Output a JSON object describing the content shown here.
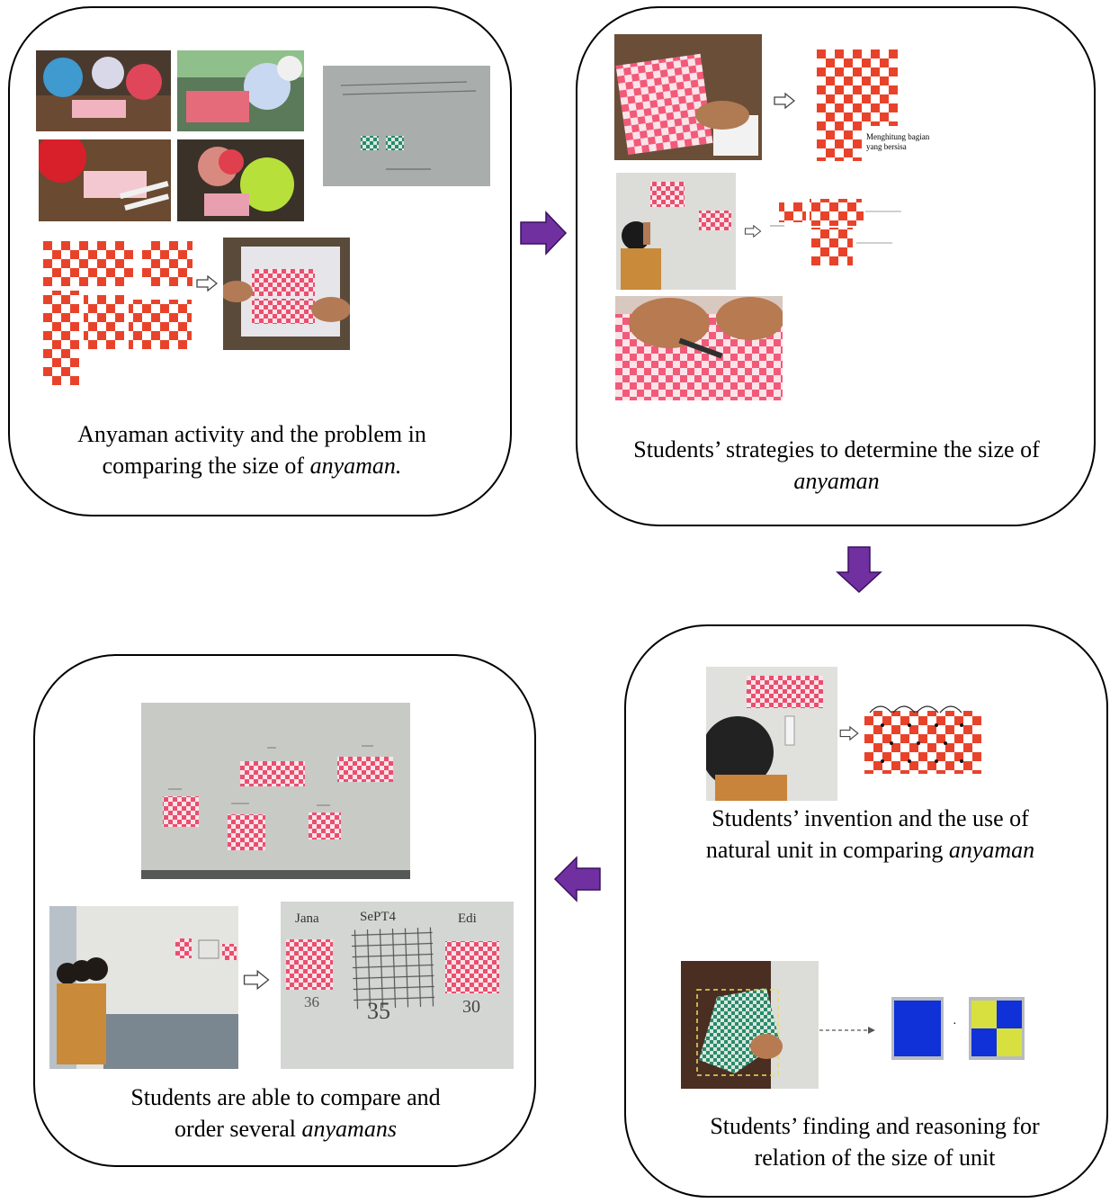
{
  "colors": {
    "arrow_fill": "#7030a0",
    "weave_red": "#e8432a",
    "weave_pink": "#f25a78",
    "unit_blue": "#1030d8",
    "unit_yellow": "#d8e040"
  },
  "panel1": {
    "caption_line1": "Anyaman activity and the problem in",
    "caption_line2_prefix": "comparing the size of ",
    "caption_line2_italic": "anyaman."
  },
  "panel2": {
    "caption_line1": "Students’ strategies to determine the size of",
    "caption_line2_italic": "anyaman",
    "annotation_line1": "Menghitung bagian",
    "annotation_line2": "yang bersisa"
  },
  "panel3": {
    "caption1_line1": "Students’ invention and the use of",
    "caption1_line2_prefix": "natural unit in comparing ",
    "caption1_line2_italic": "anyaman",
    "caption2_line1": "Students’ finding and reasoning for",
    "caption2_line2": "relation of the size of unit"
  },
  "panel4": {
    "caption_line1": "Students are able to compare and",
    "caption_line2_prefix": "order several ",
    "caption_line2_italic": "anyamans",
    "board_labels": [
      "Jana",
      "SePT4",
      "Edi"
    ],
    "board_numbers": [
      "36",
      "35",
      "30"
    ]
  },
  "arrows": [
    "right",
    "down",
    "left"
  ],
  "icons": [
    "hollow-right-arrow-icon",
    "dashed-arrow-icon",
    "solid-flow-arrow-icon"
  ]
}
